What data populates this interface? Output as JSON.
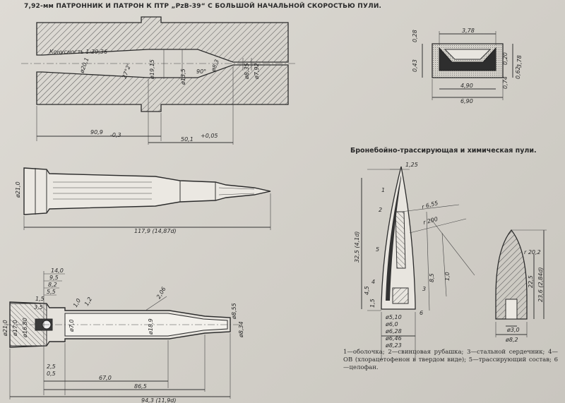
{
  "titles": {
    "main": "7,92-мм ПАТРОННИК И ПАТРОН К ПТР „PzB-39“ С БОЛЬШОЙ НАЧАЛЬНОЙ СКОРОСТЬЮ ПУЛИ.",
    "bullets": "Бронебойно-трассирующая и химическая пули."
  },
  "chamber": {
    "taper": "Конусность 1:29,36",
    "dims": [
      "27°2'",
      "ø20,1",
      "ø19,15",
      "ø13,5",
      "ø8,3",
      "90°",
      "ø8,35",
      "90,9",
      "50,1",
      "-0,3",
      "+0,05",
      "ø7,92"
    ]
  },
  "cartridge": {
    "dims": [
      "ø21,0",
      "117,9 (14,87d)"
    ]
  },
  "case": {
    "dims": [
      "14,0",
      "9,5",
      "8,2",
      "5,5",
      "1,5",
      "3,5",
      "2,06",
      "1,0",
      "1,2",
      "ø21,0",
      "ø17,0",
      "ø16,80",
      "ø7,0",
      "ø18,9",
      "ø8,55",
      "ø8,34",
      "2,5",
      "0,5",
      "67,0",
      "86,5",
      "94,3 (11,9d)"
    ]
  },
  "jacket": {
    "dims": [
      "3,78",
      "0,28",
      "0,43",
      "4,90",
      "6,90",
      "3,78",
      "0,20",
      "0,74",
      "0,62"
    ]
  },
  "ap_bullet": {
    "dims": [
      "1,25",
      "r 6,55",
      "r 200",
      "32,5 (4,1d)",
      "ø5,10",
      "ø6,0",
      "ø6,28",
      "ø6,46",
      "ø8,23",
      "4,5",
      "1,5",
      "8,5",
      "1,0"
    ],
    "callouts": [
      "1",
      "2",
      "3",
      "4",
      "5",
      "6"
    ]
  },
  "chem_bullet": {
    "dims": [
      "r 20,2",
      "22,5",
      "23,6 (2,84d)",
      "ø3,0",
      "ø8,2"
    ]
  },
  "legend": {
    "items": [
      "1—оболочка; ",
      "2—свинцовая рубашка; ",
      "3—стальной сердечник; ",
      "4—ОВ (хлорацетофенон в твердом виде); ",
      "5—трассирующий состав; ",
      "6—целофан."
    ]
  }
}
